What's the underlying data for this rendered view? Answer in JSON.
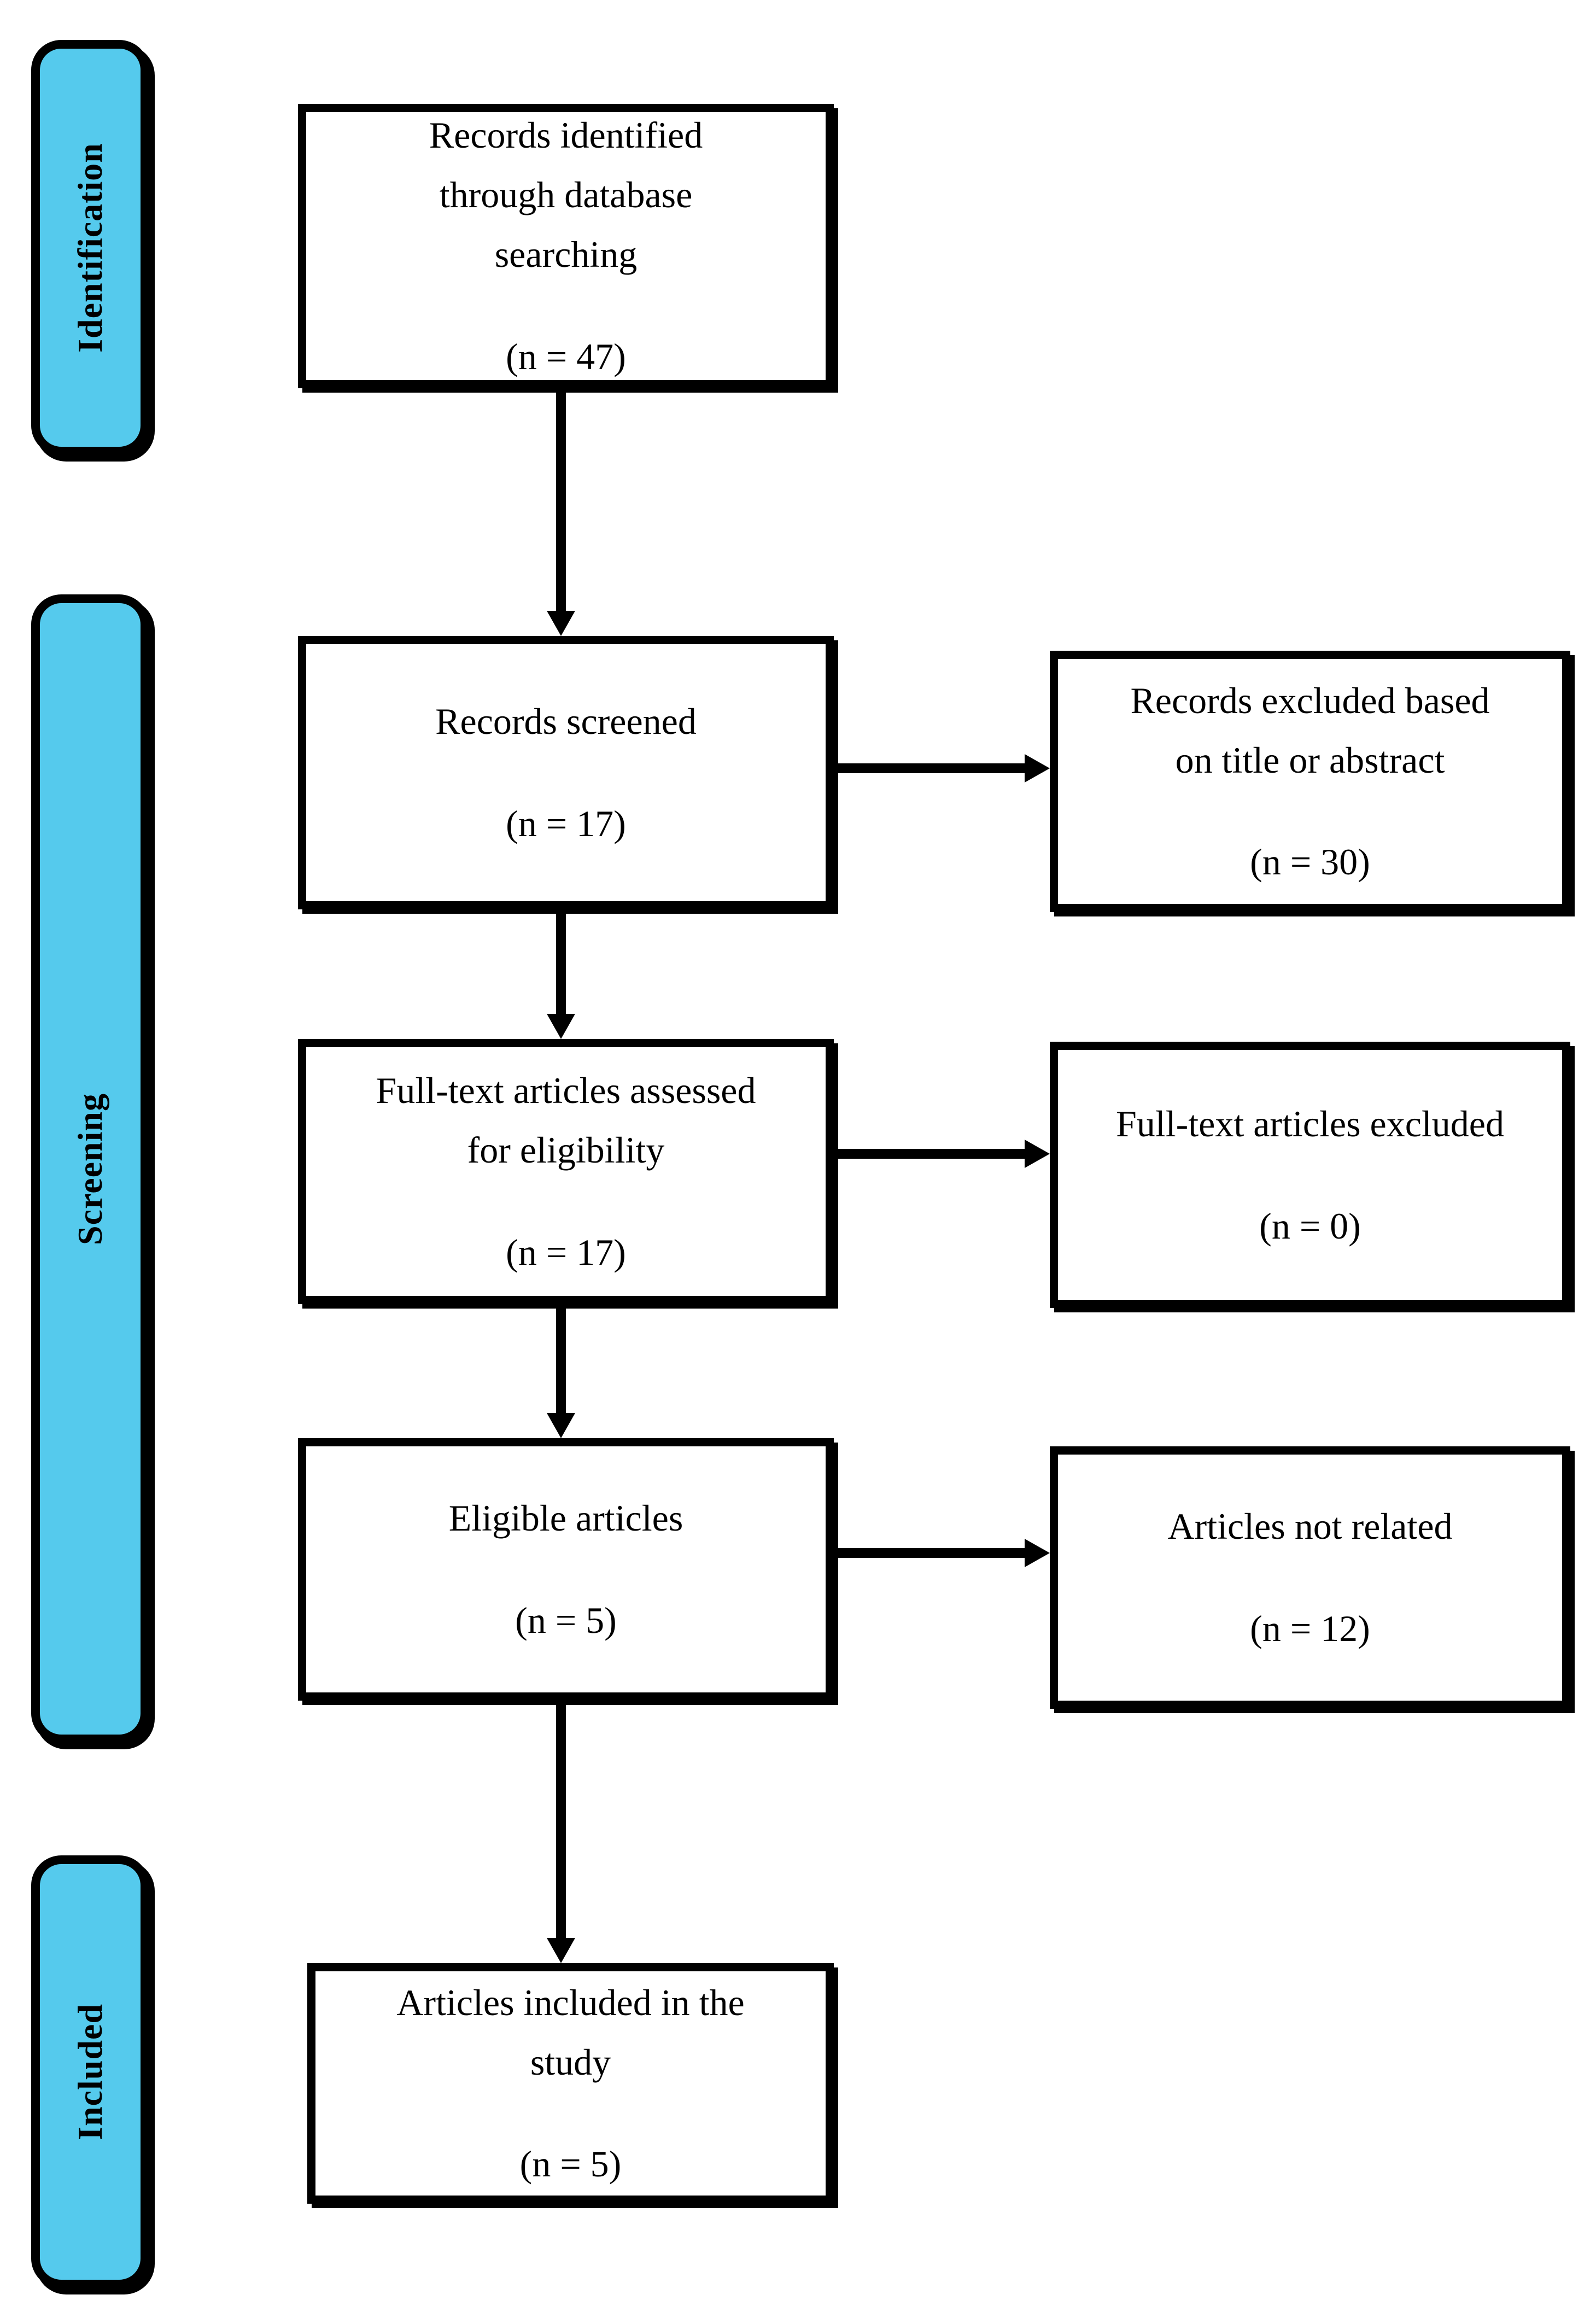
{
  "diagram": {
    "type": "prisma-flow",
    "colors": {
      "stage_fill": "#55CAED",
      "line": "#000000",
      "node_fill": "#ffffff",
      "background": "#ffffff"
    }
  },
  "sidebar": {
    "items": [
      {
        "label": "Identification"
      },
      {
        "label": "Screening"
      },
      {
        "label": "Included"
      }
    ]
  },
  "flow": {
    "identified": {
      "text": "Records identified\nthrough database\nsearching",
      "count": "(n = 47)"
    },
    "screened": {
      "text": "Records screened",
      "count": "(n = 17)"
    },
    "assessed": {
      "text": "Full-text articles assessed\nfor eligibility",
      "count": "(n = 17)"
    },
    "eligible": {
      "text": "Eligible articles",
      "count": "(n = 5)"
    },
    "included": {
      "text": "Articles included in the\nstudy",
      "count": "(n = 5)"
    },
    "excluded_title_abstract": {
      "text": "Records excluded based\non title or abstract",
      "count": "(n = 30)"
    },
    "excluded_fulltext": {
      "text": "Full-text articles excluded",
      "count": "(n = 0)"
    },
    "not_related": {
      "text": "Articles not related",
      "count": "(n = 12)"
    }
  }
}
